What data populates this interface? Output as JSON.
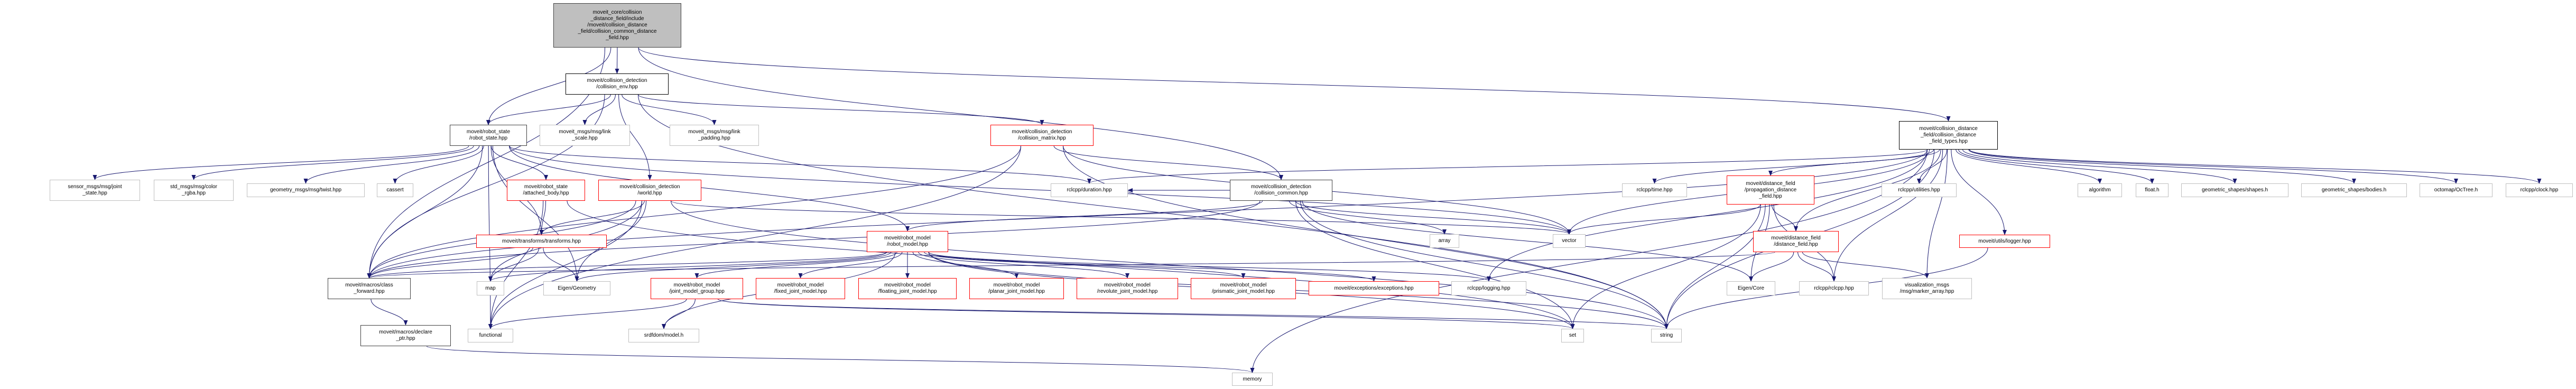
{
  "colors": {
    "edge": "#191970",
    "root_fill": "#bfbfbf",
    "truncated_border": "#ff0000",
    "external_border": "#bfbfbf"
  },
  "nodes": [
    {
      "id": "root",
      "label": "moveit_core/collision\n_distance_field/include\n/moveit/collision_distance\n_field/collision_common_distance\n_field.hpp",
      "kind": "root"
    },
    {
      "id": "collision_env",
      "label": "moveit/collision_detection\n/collision_env.hpp",
      "kind": "doc"
    },
    {
      "id": "robot_state",
      "label": "moveit/robot_state\n/robot_state.hpp",
      "kind": "bold"
    },
    {
      "id": "link_scale",
      "label": "moveit_msgs/msg/link\n_scale.hpp",
      "kind": "ext"
    },
    {
      "id": "link_padding",
      "label": "moveit_msgs/msg/link\n_padding.hpp",
      "kind": "ext"
    },
    {
      "id": "collision_matrix",
      "label": "moveit/collision_detection\n/collision_matrix.hpp",
      "kind": "trunc"
    },
    {
      "id": "types",
      "label": "moveit/collision_distance\n_field/collision_distance\n_field_types.hpp",
      "kind": "doc"
    },
    {
      "id": "sensor_joint",
      "label": "sensor_msgs/msg/joint\n_state.hpp",
      "kind": "ext"
    },
    {
      "id": "std_color",
      "label": "std_msgs/msg/color\n_rgba.hpp",
      "kind": "ext"
    },
    {
      "id": "twist",
      "label": "geometry_msgs/msg/twist.hpp",
      "kind": "ext"
    },
    {
      "id": "cassert",
      "label": "cassert",
      "kind": "ext"
    },
    {
      "id": "attached_body",
      "label": "moveit/robot_state\n/attached_body.hpp",
      "kind": "trunc"
    },
    {
      "id": "world",
      "label": "moveit/collision_detection\n/world.hpp",
      "kind": "trunc"
    },
    {
      "id": "duration",
      "label": "rclcpp/duration.hpp",
      "kind": "ext"
    },
    {
      "id": "collision_common",
      "label": "moveit/collision_detection\n/collision_common.hpp",
      "kind": "bold"
    },
    {
      "id": "time",
      "label": "rclcpp/time.hpp",
      "kind": "ext"
    },
    {
      "id": "propagation",
      "label": "moveit/distance_field\n/propagation_distance\n_field.hpp",
      "kind": "trunc"
    },
    {
      "id": "utilities",
      "label": "rclcpp/utilities.hpp",
      "kind": "ext"
    },
    {
      "id": "algorithm",
      "label": "algorithm",
      "kind": "ext"
    },
    {
      "id": "float",
      "label": "float.h",
      "kind": "ext"
    },
    {
      "id": "shapes",
      "label": "geometric_shapes/shapes.h",
      "kind": "ext"
    },
    {
      "id": "bodies",
      "label": "geometric_shapes/bodies.h",
      "kind": "ext"
    },
    {
      "id": "octree",
      "label": "octomap/OcTree.h",
      "kind": "ext"
    },
    {
      "id": "clock",
      "label": "rclcpp/clock.hpp",
      "kind": "ext"
    },
    {
      "id": "transforms",
      "label": "moveit/transforms/transforms.hpp",
      "kind": "trunc"
    },
    {
      "id": "robot_model",
      "label": "moveit/robot_model\n/robot_model.hpp",
      "kind": "trunc"
    },
    {
      "id": "array",
      "label": "array",
      "kind": "ext"
    },
    {
      "id": "vector",
      "label": "vector",
      "kind": "ext"
    },
    {
      "id": "distance_field",
      "label": "moveit/distance_field\n/distance_field.hpp",
      "kind": "trunc"
    },
    {
      "id": "logger",
      "label": "moveit/utils/logger.hpp",
      "kind": "trunc"
    },
    {
      "id": "class_forward",
      "label": "moveit/macros/class\n_forward.hpp",
      "kind": "bold"
    },
    {
      "id": "map",
      "label": "map",
      "kind": "ext"
    },
    {
      "id": "eigen_geometry",
      "label": "Eigen/Geometry",
      "kind": "ext"
    },
    {
      "id": "joint_model_group",
      "label": "moveit/robot_model\n/joint_model_group.hpp",
      "kind": "trunc"
    },
    {
      "id": "fixed_joint",
      "label": "moveit/robot_model\n/fixed_joint_model.hpp",
      "kind": "trunc"
    },
    {
      "id": "floating_joint",
      "label": "moveit/robot_model\n/floating_joint_model.hpp",
      "kind": "trunc"
    },
    {
      "id": "planar_joint",
      "label": "moveit/robot_model\n/planar_joint_model.hpp",
      "kind": "trunc"
    },
    {
      "id": "revolute_joint",
      "label": "moveit/robot_model\n/revolute_joint_model.hpp",
      "kind": "trunc"
    },
    {
      "id": "prismatic_joint",
      "label": "moveit/robot_model\n/prismatic_joint_model.hpp",
      "kind": "trunc"
    },
    {
      "id": "exceptions",
      "label": "moveit/exceptions/exceptions.hpp",
      "kind": "trunc"
    },
    {
      "id": "logging",
      "label": "rclcpp/logging.hpp",
      "kind": "ext"
    },
    {
      "id": "eigen_core",
      "label": "Eigen/Core",
      "kind": "ext"
    },
    {
      "id": "rclcpp",
      "label": "rclcpp/rclcpp.hpp",
      "kind": "ext"
    },
    {
      "id": "marker_array",
      "label": "visualization_msgs\n/msg/marker_array.hpp",
      "kind": "ext"
    },
    {
      "id": "declare_ptr",
      "label": "moveit/macros/declare\n_ptr.hpp",
      "kind": "bold"
    },
    {
      "id": "functional",
      "label": "functional",
      "kind": "ext"
    },
    {
      "id": "srdf_model",
      "label": "srdfdom/model.h",
      "kind": "ext"
    },
    {
      "id": "set",
      "label": "set",
      "kind": "ext"
    },
    {
      "id": "string",
      "label": "string",
      "kind": "ext"
    },
    {
      "id": "memory",
      "label": "memory",
      "kind": "ext"
    }
  ],
  "edges": [
    [
      "root",
      "class_forward"
    ],
    [
      "root",
      "robot_state"
    ],
    [
      "root",
      "collision_env"
    ],
    [
      "root",
      "collision_common"
    ],
    [
      "root",
      "types"
    ],
    [
      "collision_env",
      "robot_state"
    ],
    [
      "collision_env",
      "link_scale"
    ],
    [
      "collision_env",
      "link_padding"
    ],
    [
      "collision_env",
      "world"
    ],
    [
      "collision_env",
      "collision_matrix"
    ],
    [
      "collision_env",
      "class_forward"
    ],
    [
      "collision_env",
      "string"
    ],
    [
      "robot_state",
      "sensor_joint"
    ],
    [
      "robot_state",
      "std_color"
    ],
    [
      "robot_state",
      "twist"
    ],
    [
      "robot_state",
      "cassert"
    ],
    [
      "robot_state",
      "attached_body"
    ],
    [
      "robot_state",
      "transforms"
    ],
    [
      "robot_state",
      "robot_model"
    ],
    [
      "robot_state",
      "class_forward"
    ],
    [
      "robot_state",
      "duration"
    ],
    [
      "robot_state",
      "vector"
    ],
    [
      "robot_state",
      "functional"
    ],
    [
      "robot_state",
      "eigen_geometry"
    ],
    [
      "attached_body",
      "transforms"
    ],
    [
      "attached_body",
      "functional"
    ],
    [
      "attached_body",
      "set"
    ],
    [
      "world",
      "transforms"
    ],
    [
      "world",
      "class_forward"
    ],
    [
      "world",
      "map"
    ],
    [
      "world",
      "eigen_geometry"
    ],
    [
      "world",
      "functional"
    ],
    [
      "world",
      "vector"
    ],
    [
      "world",
      "string"
    ],
    [
      "transforms",
      "class_forward"
    ],
    [
      "transforms",
      "map"
    ],
    [
      "transforms",
      "eigen_geometry"
    ],
    [
      "class_forward",
      "declare_ptr"
    ],
    [
      "declare_ptr",
      "memory"
    ],
    [
      "robot_model",
      "joint_model_group"
    ],
    [
      "robot_model",
      "fixed_joint"
    ],
    [
      "robot_model",
      "floating_joint"
    ],
    [
      "robot_model",
      "planar_joint"
    ],
    [
      "robot_model",
      "revolute_joint"
    ],
    [
      "robot_model",
      "prismatic_joint"
    ],
    [
      "robot_model",
      "exceptions"
    ],
    [
      "robot_model",
      "logging"
    ],
    [
      "robot_model",
      "class_forward"
    ],
    [
      "robot_model",
      "map"
    ],
    [
      "robot_model",
      "eigen_geometry"
    ],
    [
      "robot_model",
      "set"
    ],
    [
      "robot_model",
      "string"
    ],
    [
      "robot_model",
      "srdf_model"
    ],
    [
      "joint_model_group",
      "functional"
    ],
    [
      "joint_model_group",
      "srdf_model"
    ],
    [
      "joint_model_group",
      "set"
    ],
    [
      "joint_model_group",
      "string"
    ],
    [
      "collision_matrix",
      "class_forward"
    ],
    [
      "collision_matrix",
      "collision_common"
    ],
    [
      "collision_matrix",
      "vector"
    ],
    [
      "collision_matrix",
      "string"
    ],
    [
      "collision_matrix",
      "functional"
    ],
    [
      "collision_common",
      "robot_model"
    ],
    [
      "collision_common",
      "duration"
    ],
    [
      "collision_common",
      "array"
    ],
    [
      "collision_common",
      "vector"
    ],
    [
      "collision_common",
      "set"
    ],
    [
      "collision_common",
      "string"
    ],
    [
      "collision_common",
      "eigen_core"
    ],
    [
      "collision_common",
      "class_forward"
    ],
    [
      "types",
      "class_forward"
    ],
    [
      "types",
      "logging"
    ],
    [
      "types",
      "propagation"
    ],
    [
      "types",
      "distance_field"
    ],
    [
      "types",
      "time"
    ],
    [
      "types",
      "utilities"
    ],
    [
      "types",
      "vector"
    ],
    [
      "types",
      "string"
    ],
    [
      "types",
      "memory"
    ],
    [
      "types",
      "rclcpp"
    ],
    [
      "types",
      "marker_array"
    ],
    [
      "types",
      "logger"
    ],
    [
      "types",
      "algorithm"
    ],
    [
      "types",
      "float"
    ],
    [
      "types",
      "shapes"
    ],
    [
      "types",
      "bodies"
    ],
    [
      "types",
      "octree"
    ],
    [
      "types",
      "clock"
    ],
    [
      "types",
      "duration"
    ],
    [
      "propagation",
      "vector"
    ],
    [
      "propagation",
      "distance_field"
    ],
    [
      "propagation",
      "eigen_core"
    ],
    [
      "propagation",
      "set"
    ],
    [
      "propagation",
      "rclcpp"
    ],
    [
      "propagation",
      "string"
    ],
    [
      "distance_field",
      "eigen_core"
    ],
    [
      "distance_field",
      "rclcpp"
    ],
    [
      "distance_field",
      "marker_array"
    ],
    [
      "distance_field",
      "class_forward"
    ],
    [
      "logger",
      "string"
    ]
  ]
}
